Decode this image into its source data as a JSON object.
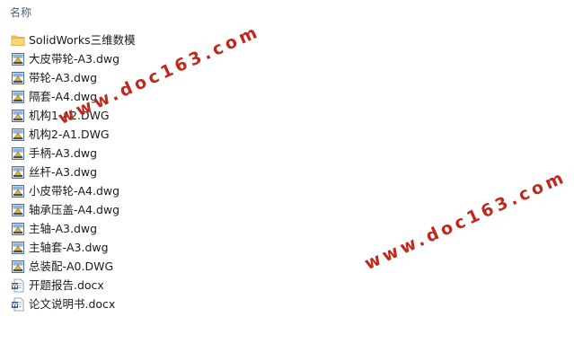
{
  "header": {
    "column_name": "名称"
  },
  "files": [
    {
      "name": "SolidWorks三维数模",
      "icon": "folder-icon"
    },
    {
      "name": "大皮带轮-A3.dwg",
      "icon": "dwg-file-icon"
    },
    {
      "name": "带轮-A3.dwg",
      "icon": "dwg-file-icon"
    },
    {
      "name": "隔套-A4.dwg",
      "icon": "dwg-file-icon"
    },
    {
      "name": "机构1-A2.DWG",
      "icon": "dwg-file-icon"
    },
    {
      "name": "机构2-A1.DWG",
      "icon": "dwg-file-icon"
    },
    {
      "name": "手柄-A3.dwg",
      "icon": "dwg-file-icon"
    },
    {
      "name": "丝杆-A3.dwg",
      "icon": "dwg-file-icon"
    },
    {
      "name": "小皮带轮-A4.dwg",
      "icon": "dwg-file-icon"
    },
    {
      "name": "轴承压盖-A4.dwg",
      "icon": "dwg-file-icon"
    },
    {
      "name": "主轴-A3.dwg",
      "icon": "dwg-file-icon"
    },
    {
      "name": "主轴套-A3.dwg",
      "icon": "dwg-file-icon"
    },
    {
      "name": "总装配-A0.DWG",
      "icon": "dwg-file-icon"
    },
    {
      "name": "开题报告.docx",
      "icon": "word-doc-icon"
    },
    {
      "name": "论文说明书.docx",
      "icon": "word-doc-icon"
    }
  ],
  "watermarks": [
    {
      "text": "www.doc163.com"
    },
    {
      "text": "www.doc163.com"
    }
  ],
  "colors": {
    "header_text": "#4c607a",
    "watermark": "#c0281e",
    "folder": "#f5c95b",
    "dwg_accent": "#e3b51f",
    "word_blue": "#2b5797"
  }
}
